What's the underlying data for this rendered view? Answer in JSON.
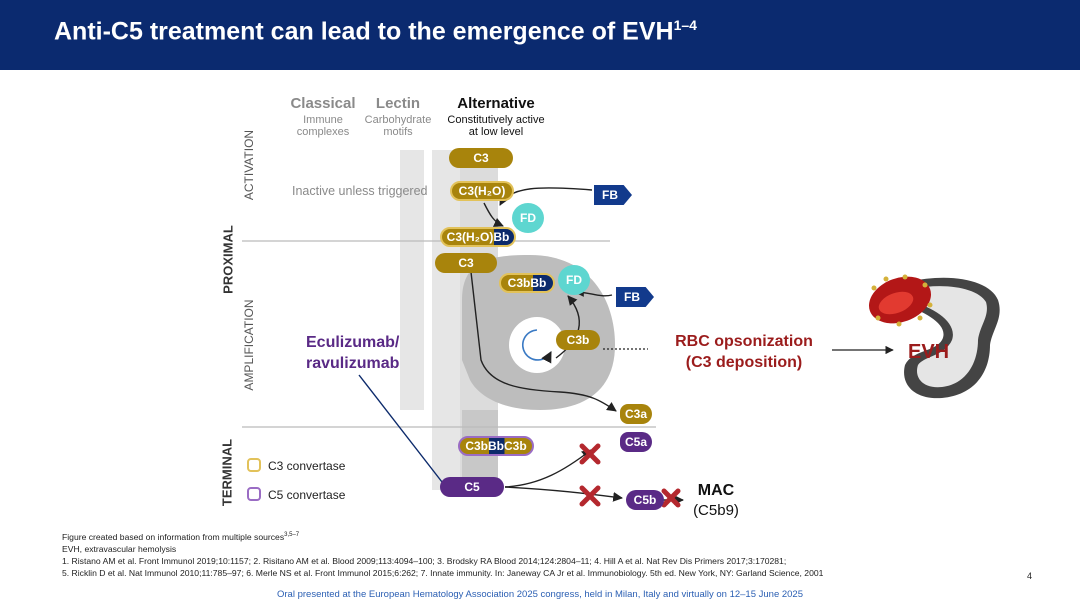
{
  "slide": {
    "title": "Anti-C5 treatment can lead to the emergence of EVH",
    "title_sup": "1–4",
    "page_number": "4",
    "footer": "Oral presented at the European Hematology Association 2025 congress, held in Milan, Italy and virtually on 12–15 June 2025"
  },
  "pathways": {
    "classical": {
      "name": "Classical",
      "desc1": "Immune",
      "desc2": "complexes"
    },
    "lectin": {
      "name": "Lectin",
      "desc1": "Carbohydrate",
      "desc2": "motifs"
    },
    "alternative": {
      "name": "Alternative",
      "desc1": "Constitutively active",
      "desc2": "at low level"
    }
  },
  "phases": {
    "proximal": "PROXIMAL",
    "activation": "ACTIVATION",
    "amplification": "AMPLIFICATION",
    "terminal": "TERMINAL"
  },
  "labels": {
    "inactive": "Inactive unless triggered",
    "drug_line1": "Eculizumab/",
    "drug_line2": "ravulizumab",
    "rbc_line1": "RBC opsonization",
    "rbc_line2": "(C3 deposition)",
    "evh": "EVH",
    "mac_line1": "MAC",
    "mac_line2": "(C5b9)"
  },
  "components": {
    "c3_top": "C3",
    "c3h2o": "C3(H₂O)",
    "c3h2obb": "C3(H₂O)Bb",
    "c3_mid": "C3",
    "c3bbb": "C3bBb",
    "c3b": "C3b",
    "c3a": "C3a",
    "c3bbbc3b": "C3bBbC3b",
    "c5a": "C5a",
    "c5": "C5",
    "c5b": "C5b",
    "fb1": "FB",
    "fb2": "FB",
    "fd1": "FD",
    "fd2": "FD"
  },
  "legend": {
    "c3_convertase": "C3 convertase",
    "c5_convertase": "C5 convertase"
  },
  "footnotes": {
    "line1": "Figure created based on information from multiple sources",
    "line1_sup": "3,5–7",
    "line2": "EVH, extravascular hemolysis",
    "line3": "1. Ristano AM et al. Front Immunol 2019;10:1157; 2. Risitano AM et al. Blood 2009;113:4094–100; 3. Brodsky RA Blood 2014;124:2804–11; 4. Hill A et al. Nat Rev Dis Primers 2017;3:170281;",
    "line4": "5. Ricklin D et al. Nat Immunol 2010;11:785–97; 6. Merle NS et al. Front Immunol 2015;6:262; 7. Innate immunity. In: Janeway CA Jr et al. Immunobiology. 5th ed. New York, NY: Garland Science, 2001"
  },
  "colors": {
    "navy": "#0b2a6f",
    "gold": "#a8840c",
    "purple": "#5a2a86",
    "teal": "#5ed6d0",
    "dark_red": "#9b1c1c",
    "cross": "#b4282e"
  },
  "icons": [
    "amplification-loop-icon",
    "cross-icon",
    "rbc-cell-icon",
    "macrophage-icon"
  ]
}
